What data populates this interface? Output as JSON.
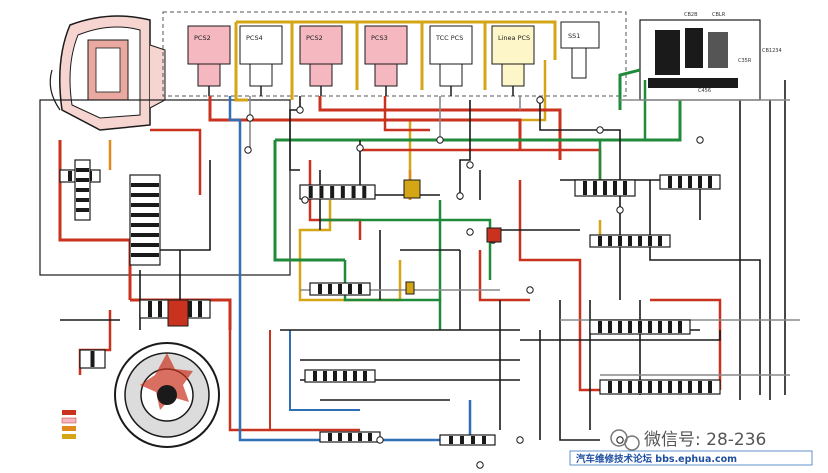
{
  "colors": {
    "red": "#c8321e",
    "green": "#1f8a3a",
    "blue": "#2e6fb5",
    "yellow": "#d4a514",
    "orange": "#e08a1e",
    "black": "#1a1a1a",
    "grey": "#888888",
    "pink": "#f5b7c0",
    "light_yellow": "#fdf6c8",
    "light_grey": "#dcdcdc",
    "bg": "#ffffff"
  },
  "solenoids": [
    {
      "name": "PCS2",
      "fill": "pink"
    },
    {
      "name": "PCS4",
      "fill": "white"
    },
    {
      "name": "PCS2",
      "fill": "pink"
    },
    {
      "name": "PCS3",
      "fill": "pink"
    },
    {
      "name": "TCC PCS",
      "fill": "white"
    },
    {
      "name": "Linea PCS",
      "fill": "light_yellow"
    }
  ],
  "ss_label": "SS1",
  "clutch_labels": [
    "CB2B",
    "CBLR",
    "C35R",
    "C456",
    "CB1234"
  ],
  "watermark": {
    "main": "微信号: 28-236",
    "sub": "汽车维修技术论坛 bbs.ephua.com"
  }
}
